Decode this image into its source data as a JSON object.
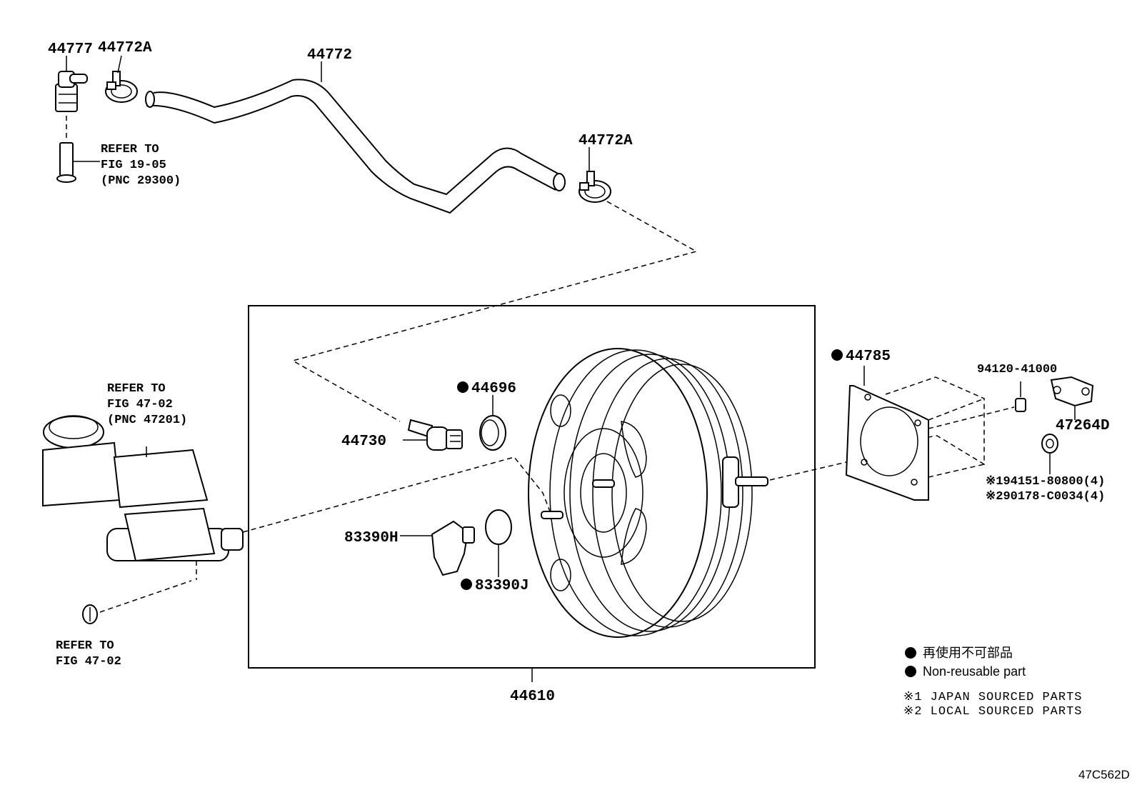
{
  "labels": {
    "p44777": "44777",
    "p44772A_top": "44772A",
    "p44772": "44772",
    "p44772A_mid": "44772A",
    "refer_1905_l1": "REFER TO",
    "refer_1905_l2": "FIG 19-05",
    "refer_1905_l3": "(PNC 29300)",
    "refer_4702_top_l1": "REFER TO",
    "refer_4702_top_l2": "FIG 47-02",
    "refer_4702_top_l3": "(PNC 47201)",
    "refer_4702_bot_l1": "REFER TO",
    "refer_4702_bot_l2": "FIG 47-02",
    "p44696": "44696",
    "p44730": "44730",
    "p83390H": "83390H",
    "p83390J": "83390J",
    "p44610": "44610",
    "p44785": "44785",
    "p94120": "94120-41000",
    "p47264D": "47264D",
    "p194151": "※194151-80800(4)",
    "p290178": "※290178-C0034(4)"
  },
  "legend": {
    "nonreusable_jp": "再使用不可部品",
    "nonreusable_en": "Non-reusable part",
    "japan_sourced": "※1 JAPAN SOURCED PARTS",
    "local_sourced": "※2 LOCAL SOURCED PARTS"
  },
  "figure_code": "47C562D"
}
